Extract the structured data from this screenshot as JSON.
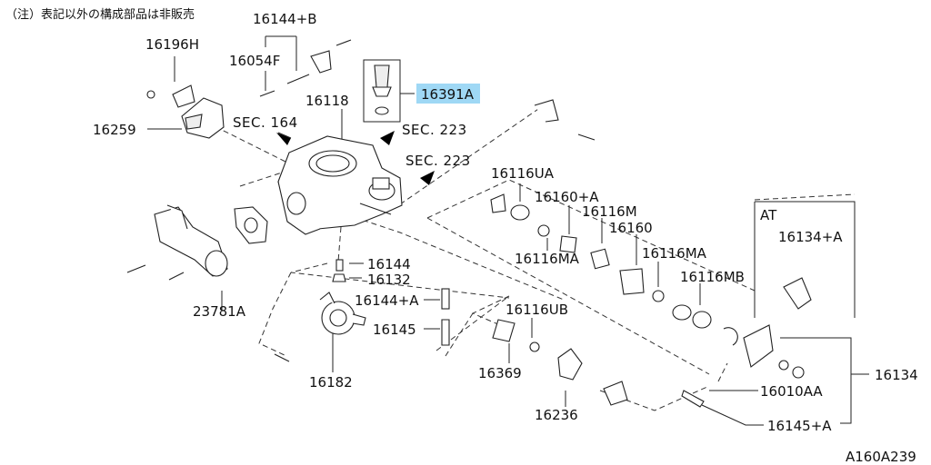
{
  "header_note": "（注）表記以外の構成部品は非販売",
  "figure_id": "A160A239",
  "highlight_color": "#9fd8f5",
  "highlighted_part": "16391A",
  "section_refs": {
    "sec_164": "SEC. 164",
    "sec_223_top": "SEC. 223",
    "sec_223_mid": "SEC. 223"
  },
  "at_box_label": "AT",
  "parts": {
    "p16144B": "16144+B",
    "p16196H": "16196H",
    "p16054F": "16054F",
    "p16118": "16118",
    "p16391A": "16391A",
    "p16259": "16259",
    "p16116UA": "16116UA",
    "p16160A": "16160+A",
    "p16116M": "16116M",
    "p16160": "16160",
    "p16134A": "16134+A",
    "p16116MA_left": "16116MA",
    "p16116MA_right": "16116MA",
    "p16116MB": "16116MB",
    "p16144": "16144",
    "p16132": "16132",
    "p23781A": "23781A",
    "p16144A": "16144+A",
    "p16116UB": "16116UB",
    "p16145": "16145",
    "p16182": "16182",
    "p16369": "16369",
    "p16134": "16134",
    "p16010AA": "16010AA",
    "p16236": "16236",
    "p16145A": "16145+A"
  }
}
